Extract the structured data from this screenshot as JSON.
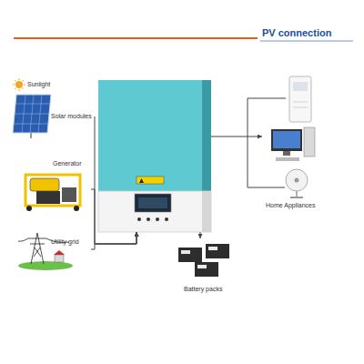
{
  "diagram": {
    "title": "PV connection",
    "nodes": [
      {
        "text": [
          "Solar modules"
        ]
      },
      {
        "text": [
          "Generator"
        ]
      },
      {
        "text": [
          "Utility grid"
        ]
      },
      {
        "text": []
      },
      {
        "text": [
          "Home Appliances"
        ]
      },
      {
        "text": [
          "Battery packs"
        ]
      }
    ],
    "edges": [
      {
        "from": 0,
        "to": 3,
        "arrow": "to"
      },
      {
        "from": 1,
        "to": 3,
        "arrow": "to"
      },
      {
        "from": 2,
        "to": 3,
        "arrow": "to"
      },
      {
        "from": 3,
        "to": 4,
        "arrow": "to"
      },
      {
        "from": 3,
        "to": 5,
        "arrow": "to"
      }
    ],
    "labels": [
      "Sunlight"
    ]
  }
}
